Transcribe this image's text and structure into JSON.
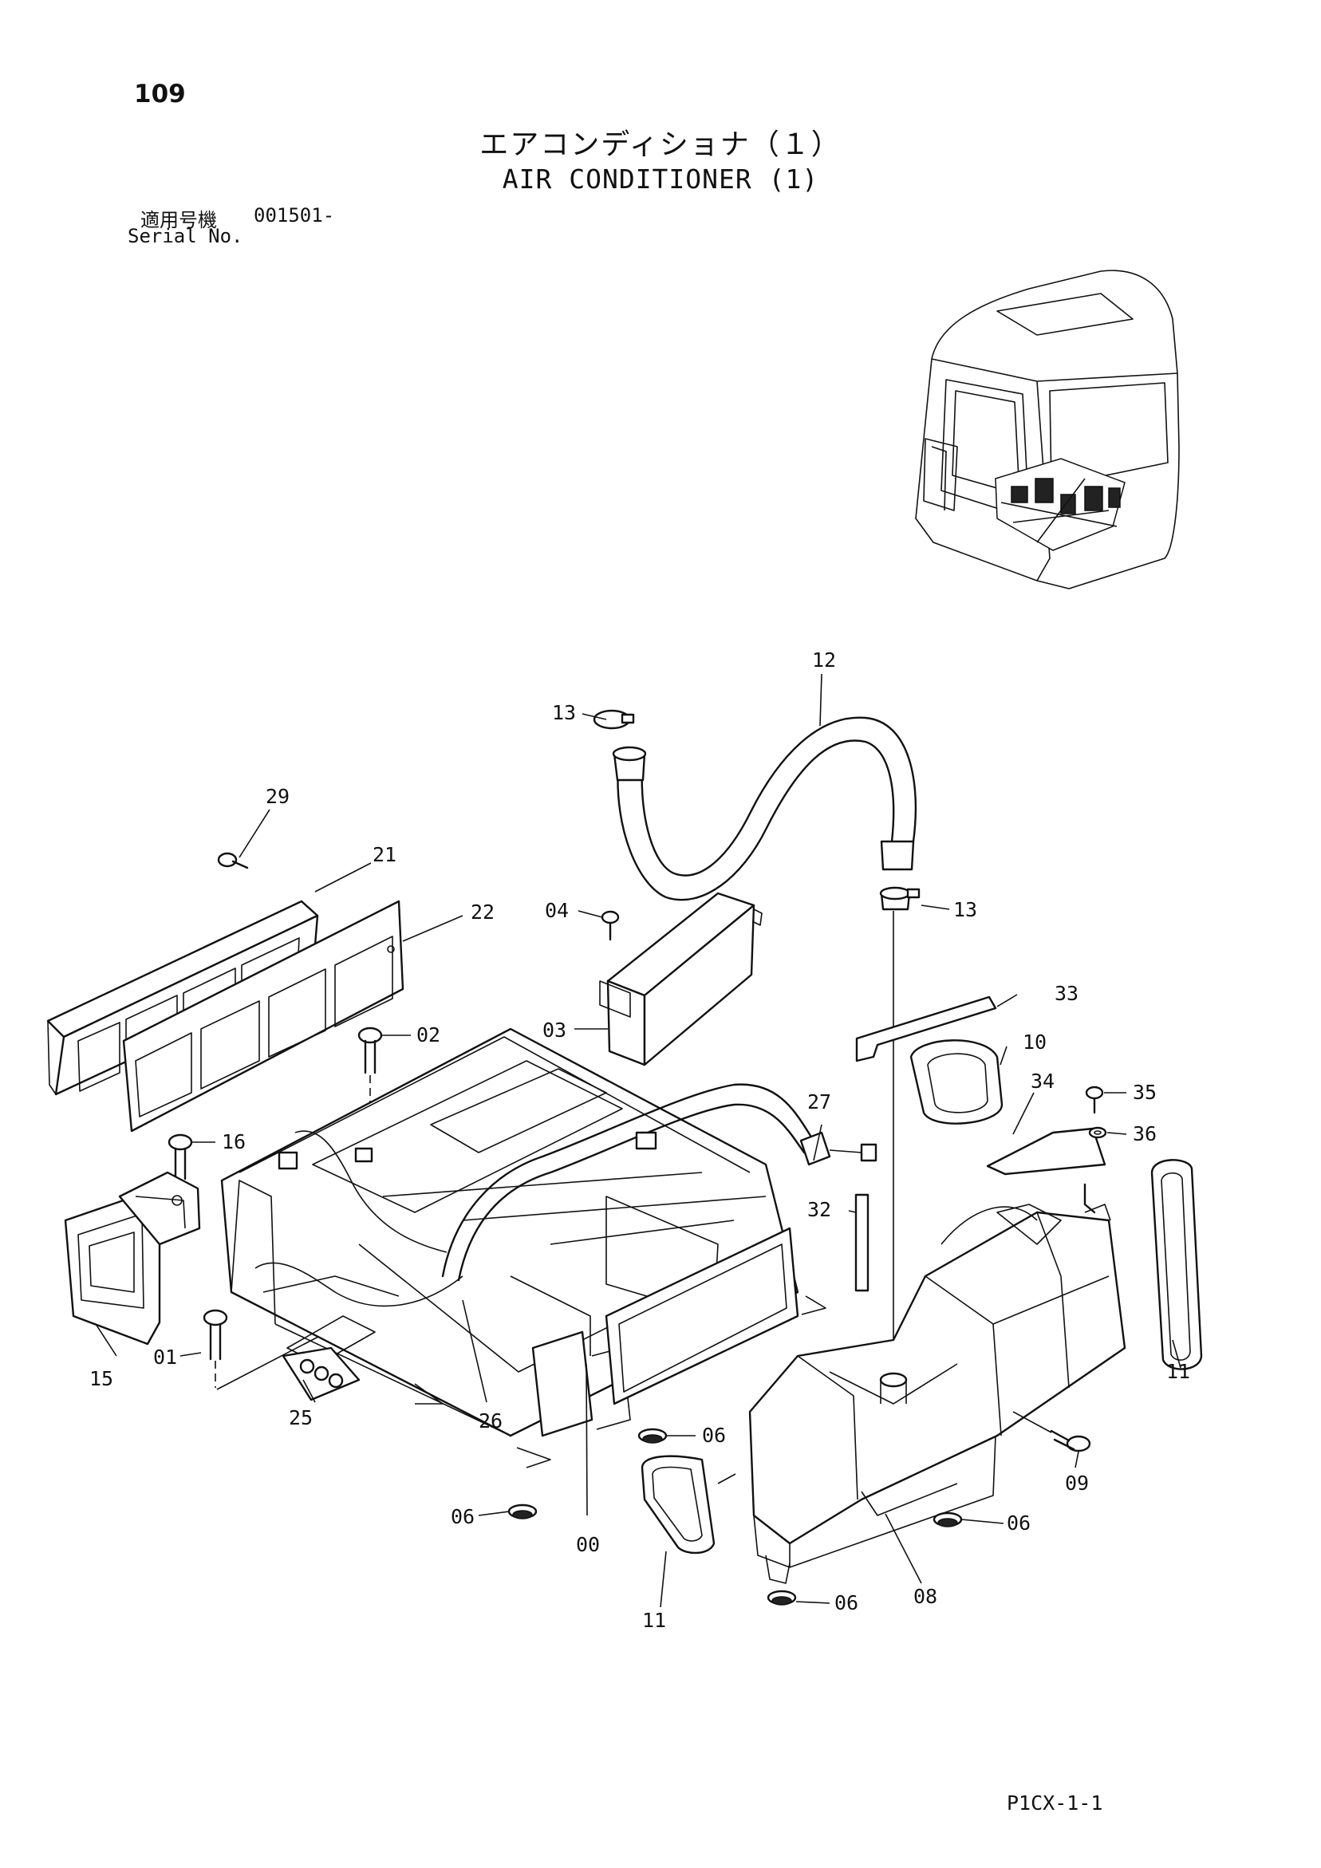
{
  "header": {
    "page_number": "109",
    "title_jp": "エアコンディショナ（１）",
    "title_en": "AIR CONDITIONER (1)",
    "serial_label_jp": "適用号機",
    "serial_number": "001501-",
    "serial_label_en": "Serial No."
  },
  "callouts": {
    "c00": "00",
    "c01": "01",
    "c02": "02",
    "c03": "03",
    "c04": "04",
    "c06a": "06",
    "c06b": "06",
    "c06c": "06",
    "c06d": "06",
    "c08": "08",
    "c09": "09",
    "c10": "10",
    "c11a": "11",
    "c11b": "11",
    "c12": "12",
    "c13a": "13",
    "c13b": "13",
    "c15": "15",
    "c16": "16",
    "c21": "21",
    "c22": "22",
    "c25": "25",
    "c26": "26",
    "c27": "27",
    "c29": "29",
    "c32": "32",
    "c33": "33",
    "c34": "34",
    "c35": "35",
    "c36": "36"
  },
  "footer": {
    "page_code": "P1CX-1-1"
  }
}
